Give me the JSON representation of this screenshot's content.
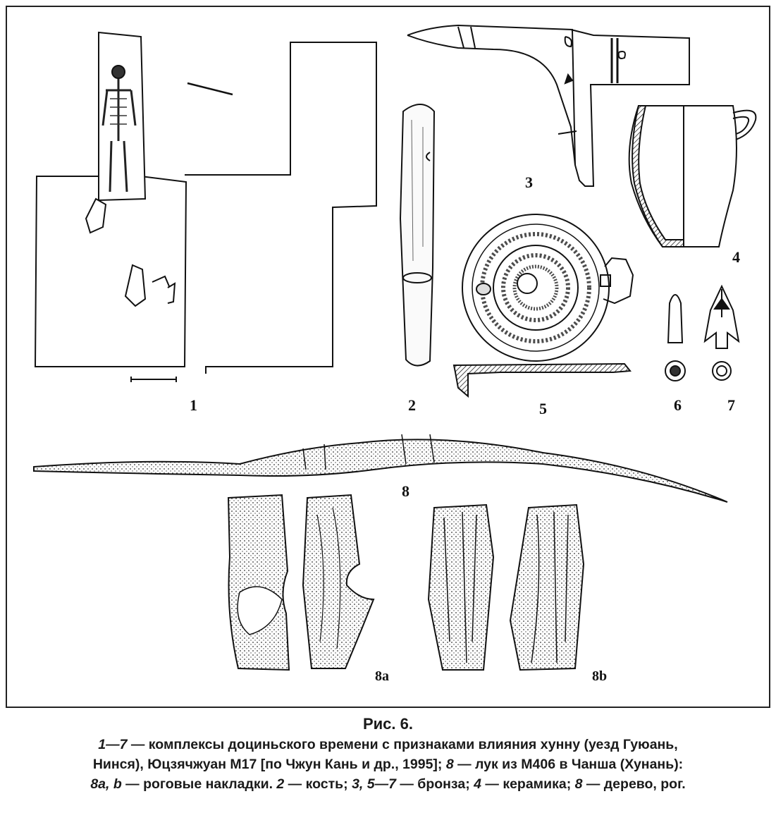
{
  "figure": {
    "labels": {
      "l1": "1",
      "l2": "2",
      "l3": "3",
      "l4": "4",
      "l5": "5",
      "l6": "6",
      "l7": "7",
      "l8": "8",
      "l8a": "8a",
      "l8b": "8b"
    },
    "caption": {
      "title": "Рис. 6.",
      "line1_a": "1—7",
      "line1_b": " — комплексы доциньского времени с признаками влияния хунну (уезд Гуюань,",
      "line2_a": "Нинся), Юцзячжуан М17 [по Чжун Кань и др., 1995]; ",
      "line2_b": "8",
      "line2_c": " — лук из М406 в Чанша (Хунань):",
      "line3_a": "8a, b",
      "line3_b": " — роговые накладки. ",
      "line3_c": "2",
      "line3_d": " — кость; ",
      "line3_e": "3, 5—7",
      "line3_f": " — бронза; ",
      "line3_g": "4",
      "line3_h": " — керамика; ",
      "line3_i": "8",
      "line3_j": " — дерево, рог."
    }
  }
}
